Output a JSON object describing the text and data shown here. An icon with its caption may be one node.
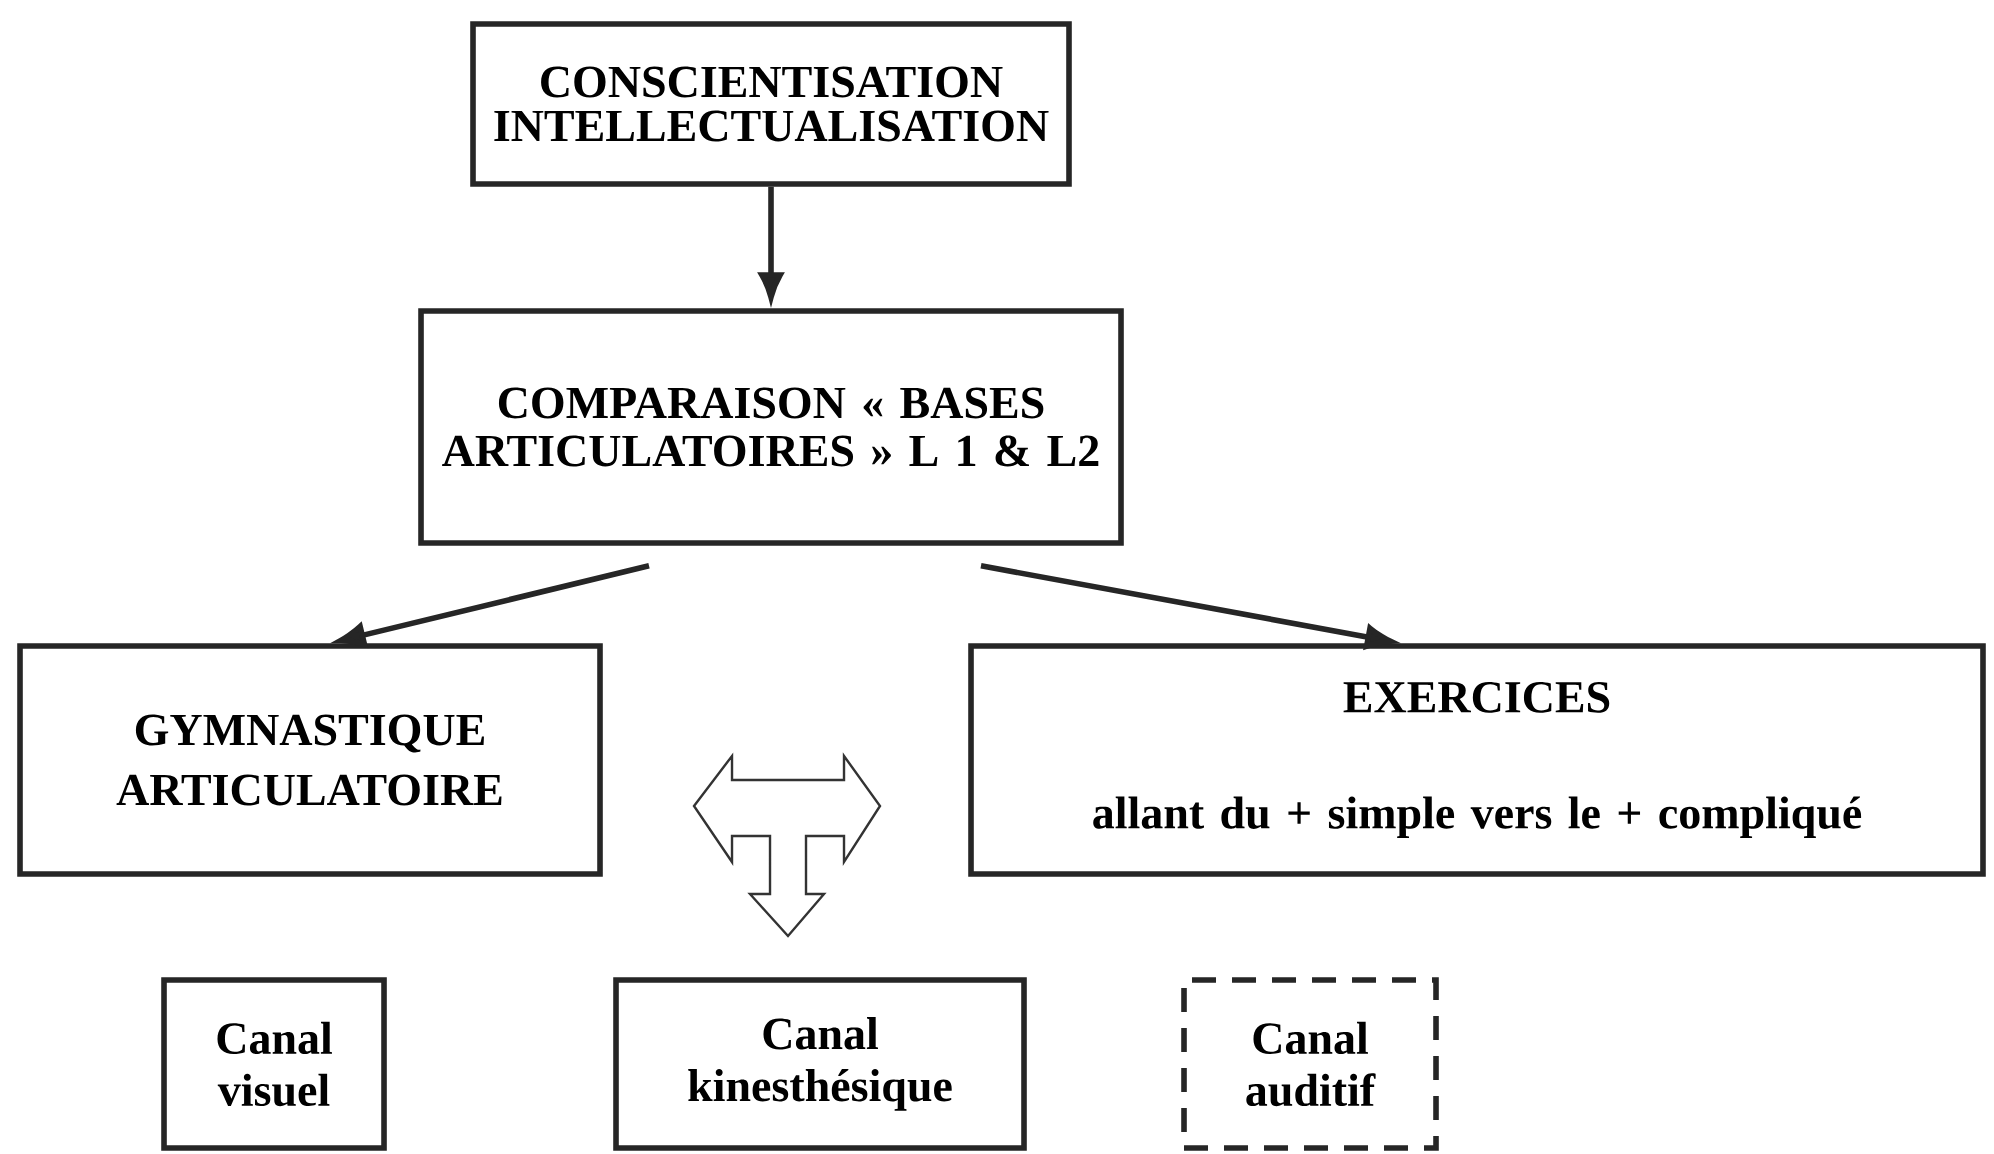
{
  "diagram": {
    "nodes": [
      {
        "text": [
          "CONSCIENTISATION INTELLECTUALISATION"
        ]
      },
      {
        "text": [
          "COMPARAISON « BASES ARTICULATOIRES » L 1 & L2"
        ]
      },
      {
        "text": [
          "GYMNASTIQUE ARTICULATOIRE"
        ]
      },
      {
        "text": [
          "EXERCICES",
          "allant du + simple vers le + compliqué"
        ]
      },
      {
        "text": [
          "Canal visuel"
        ]
      },
      {
        "text": [
          "Canal kinesthésique"
        ]
      },
      {
        "text": [
          "Canal auditif"
        ]
      }
    ],
    "edges": [
      {
        "from": 0,
        "to": 1,
        "arrow": "to"
      },
      {
        "from": 1,
        "to": 2,
        "arrow": "to"
      },
      {
        "from": 1,
        "to": 3,
        "arrow": "to"
      }
    ]
  }
}
